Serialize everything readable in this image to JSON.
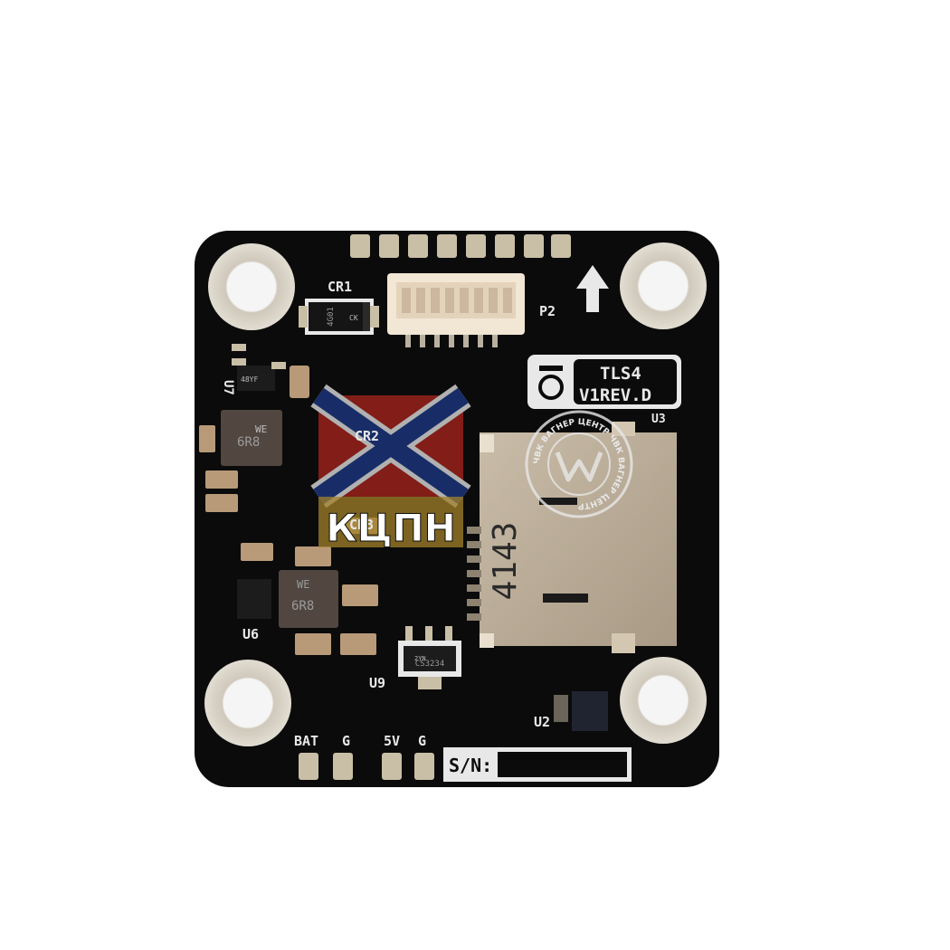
{
  "board": {
    "silkscreen": {
      "cr1": "CR1",
      "cr2": "CR2",
      "cr3": "CR3",
      "p2": "P2",
      "u3": "U3",
      "u6": "U6",
      "u7": "U7",
      "u9": "U9",
      "u2": "U2",
      "bat": "BAT",
      "g1": "G",
      "v5": "5V",
      "g2": "G",
      "sn": "S/N:",
      "model_line1": "TLS4",
      "model_line2": "V1REV.D"
    },
    "component_marks": {
      "cr1_chip": "4G01",
      "cr1_chip2": "CK",
      "inductor_top_brand": "WE",
      "inductor_top_value": "6R8",
      "inductor_bottom_brand": "WE",
      "inductor_bottom_value": "6R8",
      "sd_card_number": "4143",
      "u9_chip": "CS3234",
      "u9_chip2": "2YN",
      "u7_chip": "48YF"
    },
    "colors": {
      "pcb": "#0b0b0b",
      "silkscreen": "#e8e8e8",
      "pad": "#c9bfa6",
      "sd_metal": "#b8ab96",
      "connector": "#f2e6d4",
      "mount_ring": "#d6d0c4"
    }
  },
  "watermarks": {
    "flag_label": "КЦПН",
    "seal_text": "ЧВК ВАГНЕР ЦЕНТР ЧВК ВАГНЕР ЦЕНТР"
  }
}
